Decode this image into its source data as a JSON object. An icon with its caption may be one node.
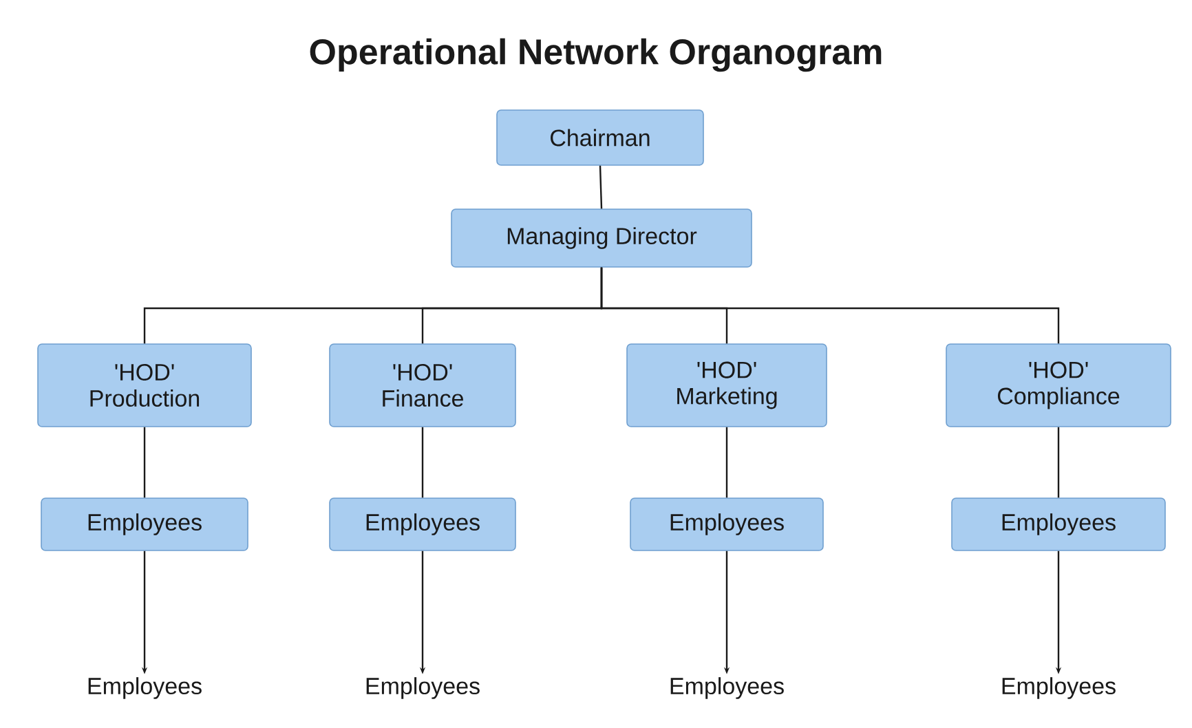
{
  "diagram": {
    "title": "Operational Network Organogram",
    "nodes": [
      {
        "text": [
          "Chairman"
        ]
      },
      {
        "text": [
          "Managing Director"
        ]
      },
      {
        "text": [
          "'HOD' Production"
        ]
      },
      {
        "text": [
          "'HOD' Finance"
        ]
      },
      {
        "text": [
          "'HOD' Marketing"
        ]
      },
      {
        "text": [
          "'HOD' Compliance"
        ]
      },
      {
        "text": [
          "Employees"
        ]
      },
      {
        "text": [
          "Employees"
        ]
      },
      {
        "text": [
          "Employees"
        ]
      },
      {
        "text": [
          "Employees"
        ]
      },
      {
        "text": [
          "Employees"
        ]
      },
      {
        "text": [
          "Employees"
        ]
      },
      {
        "text": [
          "Employees"
        ]
      },
      {
        "text": [
          "Employees"
        ]
      }
    ],
    "edges": [
      {
        "from": 0,
        "to": 1,
        "arrow": "none"
      },
      {
        "from": 1,
        "to": 2,
        "arrow": "none"
      },
      {
        "from": 1,
        "to": 3,
        "arrow": "none"
      },
      {
        "from": 1,
        "to": 4,
        "arrow": "none"
      },
      {
        "from": 1,
        "to": 5,
        "arrow": "none"
      },
      {
        "from": 2,
        "to": 6,
        "arrow": "none"
      },
      {
        "from": 3,
        "to": 7,
        "arrow": "none"
      },
      {
        "from": 4,
        "to": 8,
        "arrow": "none"
      },
      {
        "from": 5,
        "to": 9,
        "arrow": "none"
      },
      {
        "from": 6,
        "to": 10,
        "arrow": "to"
      },
      {
        "from": 7,
        "to": 11,
        "arrow": "to"
      },
      {
        "from": 8,
        "to": 12,
        "arrow": "to"
      },
      {
        "from": 9,
        "to": 13,
        "arrow": "to"
      }
    ]
  }
}
